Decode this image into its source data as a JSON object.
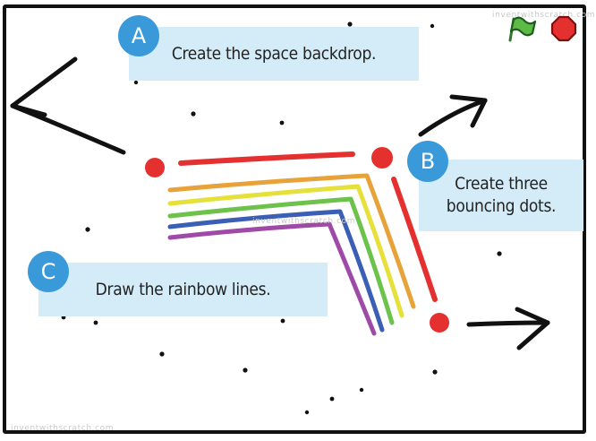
{
  "callouts": {
    "a": {
      "badge": "A",
      "text": "Create the space backdrop."
    },
    "b": {
      "badge": "B",
      "text": "Create three bouncing dots."
    },
    "c": {
      "badge": "C",
      "text": "Draw the rainbow lines."
    }
  },
  "watermarks": {
    "top_right": "inventwithscratch.com",
    "center": "inventwithscratch.com",
    "bottom_left": "inventwithscratch.com"
  },
  "controls": {
    "green_flag": "green-flag-icon",
    "stop": "stop-sign-icon"
  },
  "colors": {
    "badge": "#3a9ad9",
    "callout_bg": "#d4ebf8",
    "dot_red": "#e53030",
    "rainbow": [
      "#e8a23a",
      "#e6e03a",
      "#6cc24a",
      "#3b5fb5",
      "#a04aa8"
    ],
    "red_line": "#e53030"
  }
}
